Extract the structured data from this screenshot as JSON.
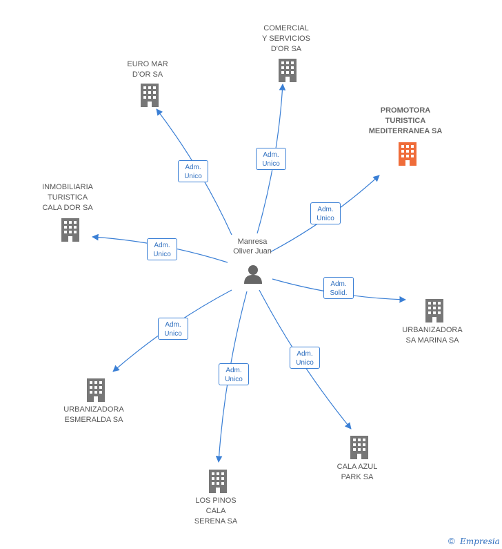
{
  "colors": {
    "edge": "#3a7fd5",
    "building": "#777777",
    "building_highlight": "#ef6c3a",
    "person": "#666666"
  },
  "center": {
    "name": "Manresa\nOliver Juan",
    "icon": "person-icon"
  },
  "nodes": [
    {
      "id": "comercial",
      "label": "COMERCIAL\nY SERVICIOS\nD'OR SA",
      "highlight": false,
      "icon": "building-icon"
    },
    {
      "id": "euromar",
      "label": "EURO MAR\nD'OR SA",
      "highlight": false,
      "icon": "building-icon"
    },
    {
      "id": "promotora",
      "label": "PROMOTORA\nTURISTICA\nMEDITERRANEA SA",
      "highlight": true,
      "icon": "building-icon"
    },
    {
      "id": "inmobiliaria",
      "label": "INMOBILIARIA\nTURISTICA\nCALA DOR SA",
      "highlight": false,
      "icon": "building-icon"
    },
    {
      "id": "samarina",
      "label": "URBANIZADORA\nSA MARINA SA",
      "highlight": false,
      "icon": "building-icon"
    },
    {
      "id": "esmeralda",
      "label": "URBANIZADORA\nESMERALDA SA",
      "highlight": false,
      "icon": "building-icon"
    },
    {
      "id": "calaazul",
      "label": "CALA AZUL\nPARK SA",
      "highlight": false,
      "icon": "building-icon"
    },
    {
      "id": "lospinos",
      "label": "LOS PINOS\nCALA\nSERENA SA",
      "highlight": false,
      "icon": "building-icon"
    }
  ],
  "edges": [
    {
      "to": "comercial",
      "label": "Adm.\nUnico"
    },
    {
      "to": "euromar",
      "label": "Adm.\nUnico"
    },
    {
      "to": "promotora",
      "label": "Adm.\nUnico"
    },
    {
      "to": "inmobiliaria",
      "label": "Adm.\nUnico"
    },
    {
      "to": "samarina",
      "label": "Adm.\nSolid."
    },
    {
      "to": "esmeralda",
      "label": "Adm.\nUnico"
    },
    {
      "to": "calaazul",
      "label": "Adm.\nUnico"
    },
    {
      "to": "lospinos",
      "label": "Adm.\nUnico"
    }
  ],
  "footer": {
    "copyright": "©",
    "brand": "Empresia"
  }
}
